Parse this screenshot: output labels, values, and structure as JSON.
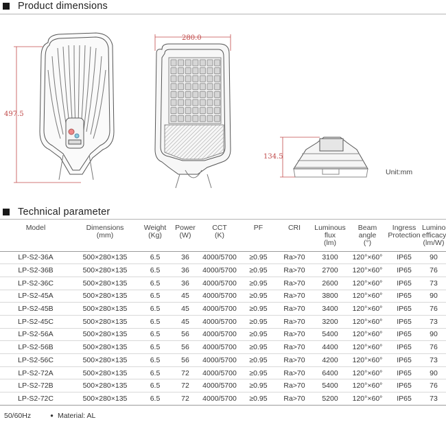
{
  "sections": {
    "dimensions_title": "Product dimensions",
    "technical_title": "Technical parameter"
  },
  "drawing": {
    "width_label": "280.0",
    "length_label": "497.5",
    "height_label": "134.5",
    "unit": "Unit:mm"
  },
  "table": {
    "headers": [
      [
        "Model"
      ],
      [
        "Dimensions",
        "(mm)"
      ],
      [
        "Weight",
        "(Kg)"
      ],
      [
        "Power",
        "(W)"
      ],
      [
        "CCT",
        "(K)"
      ],
      [
        "PF"
      ],
      [
        "CRI"
      ],
      [
        "Luminous",
        "flux",
        "(lm)"
      ],
      [
        "Beam",
        "angle",
        "(°)"
      ],
      [
        "Ingress",
        "Protection"
      ],
      [
        "Luminous",
        "efficacy",
        "(lm/W)"
      ]
    ],
    "rows": [
      [
        "LP-S2-36A",
        "500×280×135",
        "6.5",
        "36",
        "4000/5700",
        "≥0.95",
        "Ra>70",
        "3100",
        "120°×60°",
        "IP65",
        "90"
      ],
      [
        "LP-S2-36B",
        "500×280×135",
        "6.5",
        "36",
        "4000/5700",
        "≥0.95",
        "Ra>70",
        "2700",
        "120°×60°",
        "IP65",
        "76"
      ],
      [
        "LP-S2-36C",
        "500×280×135",
        "6.5",
        "36",
        "4000/5700",
        "≥0.95",
        "Ra>70",
        "2600",
        "120°×60°",
        "IP65",
        "73"
      ],
      [
        "LP-S2-45A",
        "500×280×135",
        "6.5",
        "45",
        "4000/5700",
        "≥0.95",
        "Ra>70",
        "3800",
        "120°×60°",
        "IP65",
        "90"
      ],
      [
        "LP-S2-45B",
        "500×280×135",
        "6.5",
        "45",
        "4000/5700",
        "≥0.95",
        "Ra>70",
        "3400",
        "120°×60°",
        "IP65",
        "76"
      ],
      [
        "LP-S2-45C",
        "500×280×135",
        "6.5",
        "45",
        "4000/5700",
        "≥0.95",
        "Ra>70",
        "3200",
        "120°×60°",
        "IP65",
        "73"
      ],
      [
        "LP-S2-56A",
        "500×280×135",
        "6.5",
        "56",
        "4000/5700",
        "≥0.95",
        "Ra>70",
        "5400",
        "120°×60°",
        "IP65",
        "90"
      ],
      [
        "LP-S2-56B",
        "500×280×135",
        "6.5",
        "56",
        "4000/5700",
        "≥0.95",
        "Ra>70",
        "4400",
        "120°×60°",
        "IP65",
        "76"
      ],
      [
        "LP-S2-56C",
        "500×280×135",
        "6.5",
        "56",
        "4000/5700",
        "≥0.95",
        "Ra>70",
        "4200",
        "120°×60°",
        "IP65",
        "73"
      ],
      [
        "LP-S2-72A",
        "500×280×135",
        "6.5",
        "72",
        "4000/5700",
        "≥0.95",
        "Ra>70",
        "6400",
        "120°×60°",
        "IP65",
        "90"
      ],
      [
        "LP-S2-72B",
        "500×280×135",
        "6.5",
        "72",
        "4000/5700",
        "≥0.95",
        "Ra>70",
        "5400",
        "120°×60°",
        "IP65",
        "76"
      ],
      [
        "LP-S2-72C",
        "500×280×135",
        "6.5",
        "72",
        "4000/5700",
        "≥0.95",
        "Ra>70",
        "5200",
        "120°×60°",
        "IP65",
        "73"
      ]
    ]
  },
  "footnotes": [
    "50/60Hz",
    "Material: AL"
  ]
}
